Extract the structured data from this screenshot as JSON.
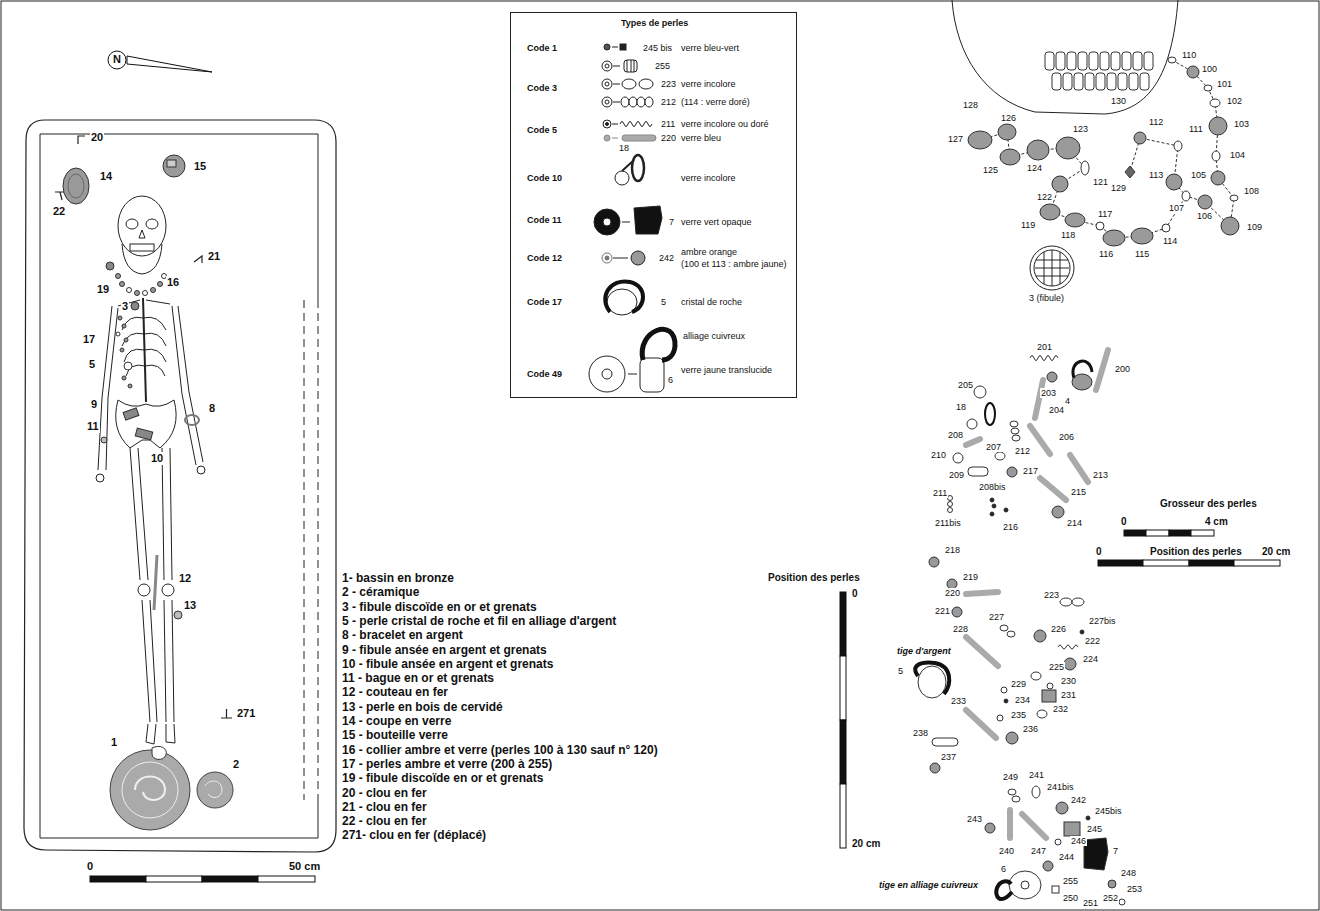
{
  "diagram": {
    "nodes": [
      {
        "text": [
          "Types de perles",
          "Code 1",
          "245 bis",
          "verre bleu-vert",
          "Code 3",
          "255",
          "223",
          "verre incolore",
          "212",
          "(114 : verre doré)",
          "Code 5",
          "211",
          "verre incolore ou doré",
          "220",
          "verre bleu",
          "Code 10",
          "18",
          "verre incolore",
          "Code 11",
          "7",
          "verre vert opaque",
          "Code 12",
          "242",
          "ambre orange",
          "(100 et 113 : ambre jaune)",
          "Code 17",
          "5",
          "cristal de roche",
          "alliage cuivreux",
          "Code 49",
          "6",
          "verre jaune translucide"
        ]
      }
    ],
    "labels": [
      "N",
      "20",
      "14",
      "15",
      "22",
      "19",
      "16",
      "21",
      "3",
      "17",
      "5",
      "9",
      "11",
      "10",
      "8",
      "12",
      "13",
      "271",
      "1",
      "2",
      "0",
      "50 cm",
      "1- bassin en bronze",
      "2 - céramique",
      "3 - fibule discoïde en or et grenats",
      "5 - perle cristal de roche et fil en alliage d'argent",
      "8 - bracelet en argent",
      "9 - fibule ansée en argent et grenats",
      "10 - fibule ansée en argent et grenats",
      "11 - bague en or et grenats",
      "12 - couteau en fer",
      "13 - perle en bois de cervidé",
      "14 - coupe en verre",
      "15 - bouteille verre",
      "16 - collier ambre et verre (perles 100 à 130 sauf n° 120)",
      "17 - perles ambre et verre (200 à 255)",
      "19 - fibule discoïde en or et grenats",
      "20 - clou en fer",
      "21 - clou en fer",
      "22 - clou en fer",
      "271- clou en fer (déplacé)",
      "Position des perles",
      "0",
      "20 cm",
      "130",
      "110",
      "100",
      "101",
      "102",
      "103",
      "104",
      "105",
      "108",
      "109",
      "106",
      "107",
      "113",
      "112",
      "111",
      "129",
      "121",
      "122",
      "123",
      "124",
      "125",
      "126",
      "127",
      "128",
      "119",
      "118",
      "117",
      "116",
      "115",
      "114",
      "3 (fibule)",
      "201",
      "200",
      "4",
      "203",
      "205",
      "204",
      "18",
      "206",
      "212",
      "208",
      "207",
      "210",
      "217",
      "209",
      "213",
      "215",
      "208bis",
      "211",
      "211bis",
      "216",
      "214",
      "218",
      "Grosseur des perles",
      "0",
      "4 cm",
      "0",
      "Position des perles",
      "20 cm",
      "219",
      "220",
      "221",
      "223",
      "227",
      "226",
      "227bis",
      "228",
      "222",
      "tige d'argent",
      "5",
      "224",
      "225",
      "230",
      "231",
      "229",
      "234",
      "232",
      "235",
      "233",
      "238",
      "236",
      "237",
      "249",
      "241",
      "241bis",
      "242",
      "245bis",
      "243",
      "245",
      "246",
      "240",
      "247",
      "244",
      "7",
      "6",
      "tige en alliage cuivreux",
      "255",
      "248",
      "253",
      "252",
      "250",
      "251"
    ]
  }
}
